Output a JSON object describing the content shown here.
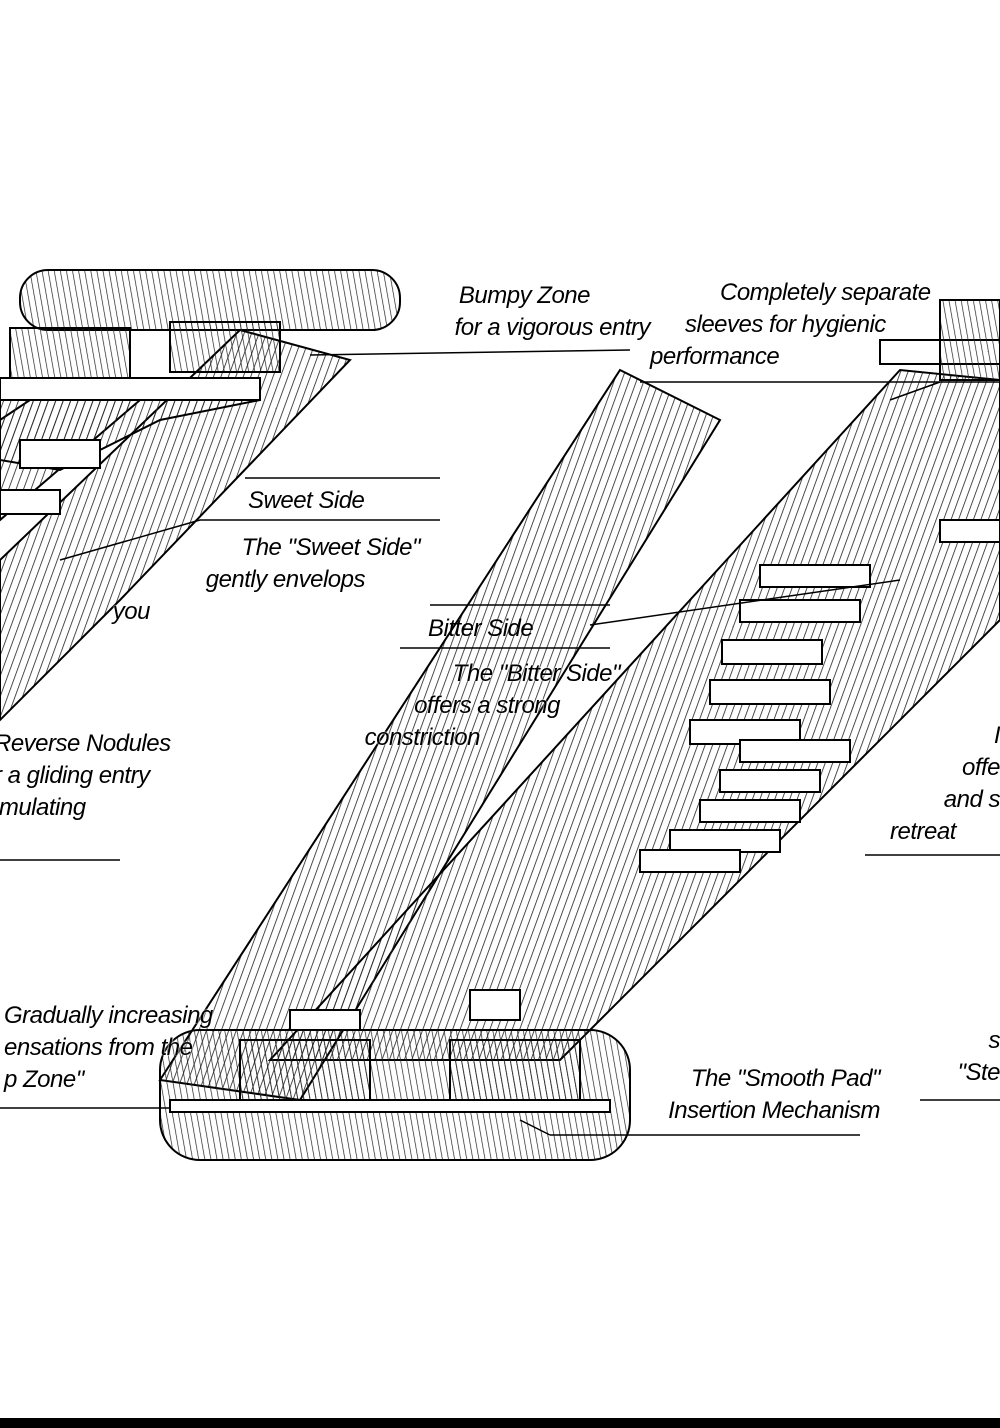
{
  "labels": {
    "bumpy_zone": {
      "line1": "Bumpy Zone",
      "line2": "for a vigorous entry"
    },
    "sleeves": {
      "line1": "Completely separate",
      "line2": "sleeves for hygienic",
      "line3": "performance"
    },
    "sweet_side_tag": "Sweet Side",
    "sweet_side_desc": {
      "line1": "The \"Sweet Side\"",
      "line2": "gently envelops",
      "line3": "you"
    },
    "bitter_side_tag": "Bitter Side",
    "bitter_side_desc": {
      "line1": "The \"Bitter Side\"",
      "line2": "offers a strong",
      "line3": "constriction"
    },
    "reverse_nodules": {
      "line1": "Reverse Nodules",
      "line2": "r a gliding entry",
      "line3": "imulating"
    },
    "right_partial": {
      "line1": "I",
      "line2": "offe",
      "line3": "and s",
      "line4": "retreat"
    },
    "gradual": {
      "line1": "Gradually increasing",
      "line2": "ensations from the",
      "line3": "p Zone\""
    },
    "smooth_pad": {
      "line1": "The \"Smooth Pad\"",
      "line2": "Insertion Mechanism"
    },
    "right_bottom_partial": {
      "line1": "s",
      "line2": "\"Ste"
    }
  },
  "colors": {
    "ink": "#000000",
    "paper": "#ffffff",
    "hatch": "#222222"
  }
}
